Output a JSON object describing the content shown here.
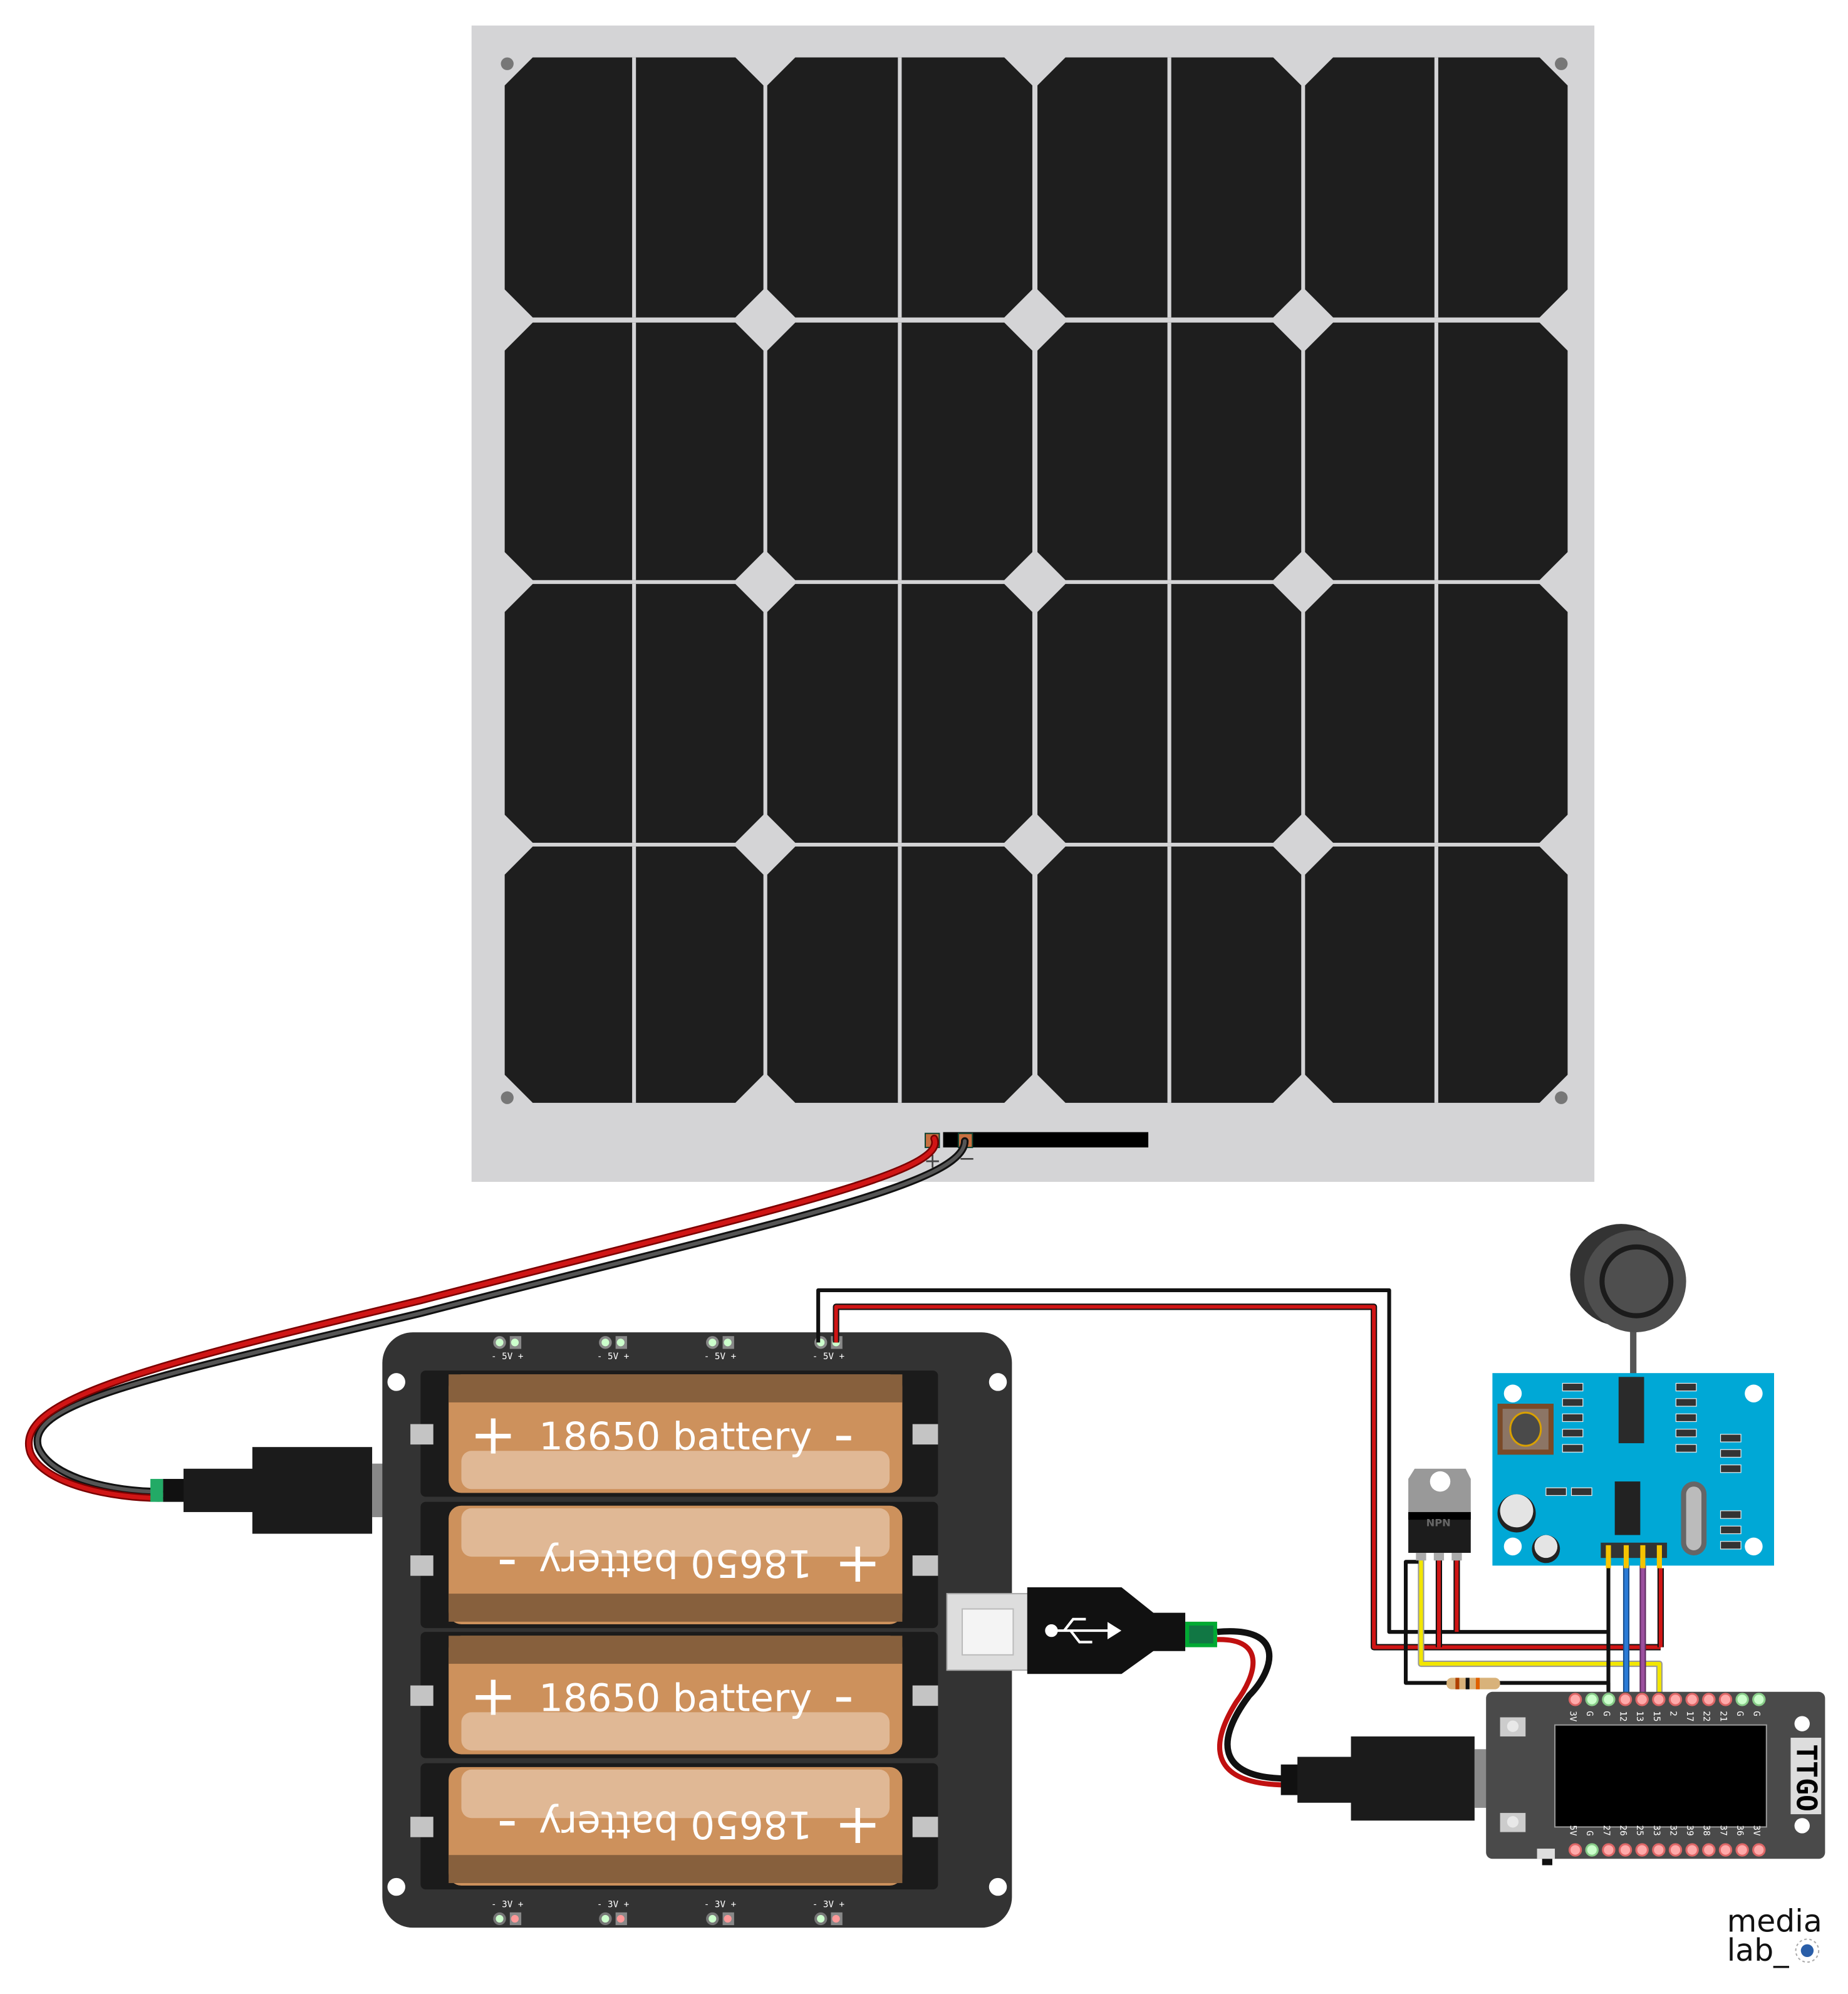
{
  "solar_panel": {
    "plus_label": "+",
    "minus_label": "−",
    "frame_color": "#d4d4d6",
    "cell_color": "#1e1e1e"
  },
  "battery_pack": {
    "batteries": [
      {
        "label": "18650 battery",
        "left_sign": "+",
        "right_sign": "-",
        "flipped": false
      },
      {
        "label": "18650 battery",
        "left_sign": "+",
        "right_sign": "-",
        "flipped": true
      },
      {
        "label": "18650 battery",
        "left_sign": "+",
        "right_sign": "-",
        "flipped": false
      },
      {
        "label": "18650 battery",
        "left_sign": "+",
        "right_sign": "-",
        "flipped": true
      }
    ],
    "top_outputs": [
      "-  5V  +",
      "-  5V  +",
      "-  5V  +",
      "-  5V  +"
    ],
    "bottom_outputs": [
      "-  3V  +",
      "-  3V  +",
      "-  3V  +",
      "-  3V  +"
    ],
    "battery_color": "#cd915c"
  },
  "transistor": {
    "label": "NPN"
  },
  "ttgo_board": {
    "brand": "TTGO",
    "top_pins": [
      "3V",
      "G",
      "G",
      "12",
      "13",
      "15",
      "2",
      "17",
      "22",
      "21",
      "G",
      "G"
    ],
    "bottom_pins": [
      "5V",
      "G",
      "27",
      "26",
      "25",
      "33",
      "32",
      "39",
      "38",
      "37",
      "36",
      "3V"
    ]
  },
  "sensor_board": {
    "color": "#00a8d6"
  },
  "wires": {
    "red": "#cc1111",
    "black": "#222222",
    "yellow": "#f2e600",
    "blue": "#2b7bd6",
    "purple": "#9b4f9e"
  },
  "logo": {
    "line1": "media",
    "line2": "lab_"
  }
}
